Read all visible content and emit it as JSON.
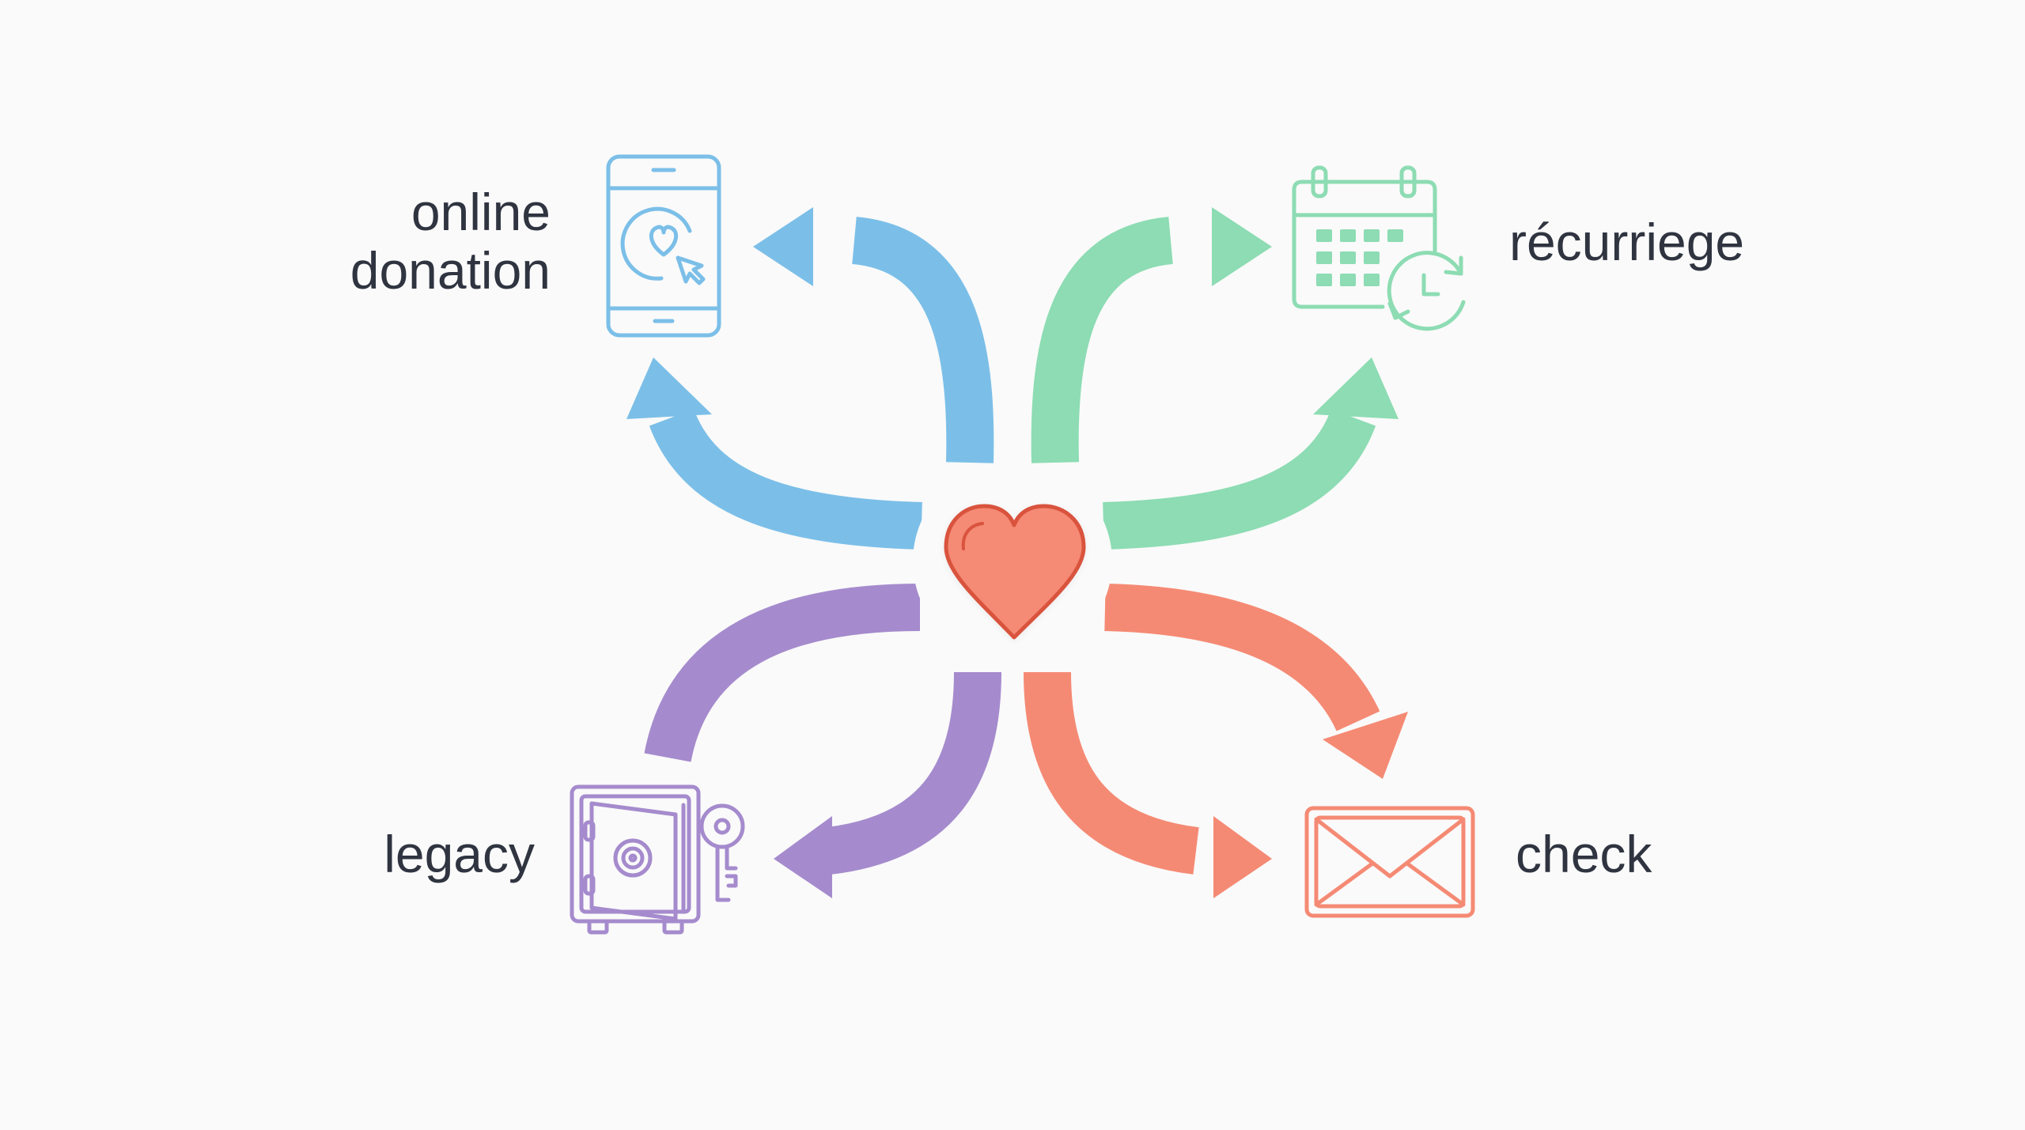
{
  "branches": [
    {
      "id": "online",
      "lines": [
        "online",
        "donation"
      ],
      "color": "#7bbfe8",
      "icon": "smartphone-heart-click-icon"
    },
    {
      "id": "recurring",
      "lines": [
        "récurriege"
      ],
      "color": "#8ddcb3",
      "icon": "calendar-recurring-icon"
    },
    {
      "id": "legacy",
      "lines": [
        "legacy"
      ],
      "color": "#a58bcd",
      "icon": "safe-key-icon"
    },
    {
      "id": "check",
      "lines": [
        "check"
      ],
      "color": "#f58a74",
      "icon": "envelope-icon"
    }
  ],
  "center": {
    "icon": "heart-icon",
    "color": "#f58a74"
  },
  "colors": {
    "text": "#2f3440",
    "background": "#fafafa"
  }
}
